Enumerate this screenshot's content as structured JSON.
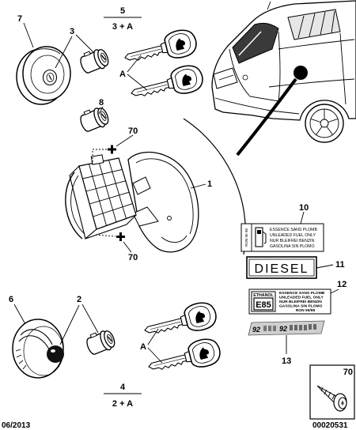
{
  "callouts": {
    "item7": "7",
    "item3": "3",
    "item5": "5",
    "item5_contents": "3 + A",
    "key_set_top": "A",
    "item8": "8",
    "item70_top": "70",
    "item1": "1",
    "item70_bottom": "70",
    "item10": "10",
    "item11": "11",
    "item12": "12",
    "item13": "13",
    "item6": "6",
    "item2": "2",
    "key_set_bottom": "A",
    "item4": "4",
    "item4_contents": "2 + A",
    "item70_box": "70"
  },
  "label_10": {
    "side_text": "RON 95 98",
    "lines": [
      "ESSENCE SANS PLOMB",
      "UNLEADED FUEL ONLY",
      "NUR BLEIFREI BENZIN",
      "GASOLINA SIN PLOMO"
    ]
  },
  "label_11": {
    "text": "DIESEL"
  },
  "label_12": {
    "badge_title": "ETHANOL",
    "badge_code": "E85",
    "lines": [
      "ESSENCE SANS PLOMB",
      "UNLEADED FUEL ONLY",
      "NUR BLEIFREI BENZIN",
      "GASOLINA SIN PLOMO",
      "RON 95/98"
    ]
  },
  "label_13": {
    "grade_left": "92",
    "grade_right": "92"
  },
  "footer": {
    "date": "06/2013",
    "reference": "00020531"
  },
  "colors": {
    "line": "#000000",
    "fuel_door": "#000000",
    "label_13_fill": "#cfcfcf"
  }
}
